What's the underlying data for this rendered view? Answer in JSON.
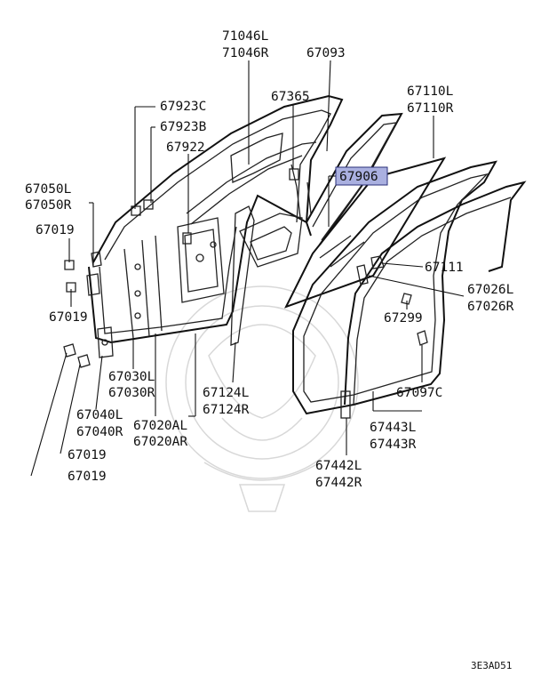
{
  "diagram": {
    "labels": {
      "p71046L": "71046L",
      "p71046R": "71046R",
      "p67093": "67093",
      "p67365": "67365",
      "p67923C": "67923C",
      "p67923B": "67923B",
      "p67922": "67922",
      "p67110L": "67110L",
      "p67110R": "67110R",
      "p67906": "67906",
      "p67050L": "67050L",
      "p67050R": "67050R",
      "p67019a": "67019",
      "p67019b": "67019",
      "p67111": "67111",
      "p67026L": "67026L",
      "p67026R": "67026R",
      "p67299": "67299",
      "p67030L": "67030L",
      "p67030R": "67030R",
      "p67124L": "67124L",
      "p67124R": "67124R",
      "p67097C": "67097C",
      "p67040L": "67040L",
      "p67040R": "67040R",
      "p67020AL": "67020AL",
      "p67020AR": "67020AR",
      "p67443L": "67443L",
      "p67443R": "67443R",
      "p67019c": "67019",
      "p67442L": "67442L",
      "p67442R": "67442R",
      "p67019d": "67019"
    },
    "highlight_color": "#aab0e0",
    "diagram_code": "3E3AD51"
  }
}
